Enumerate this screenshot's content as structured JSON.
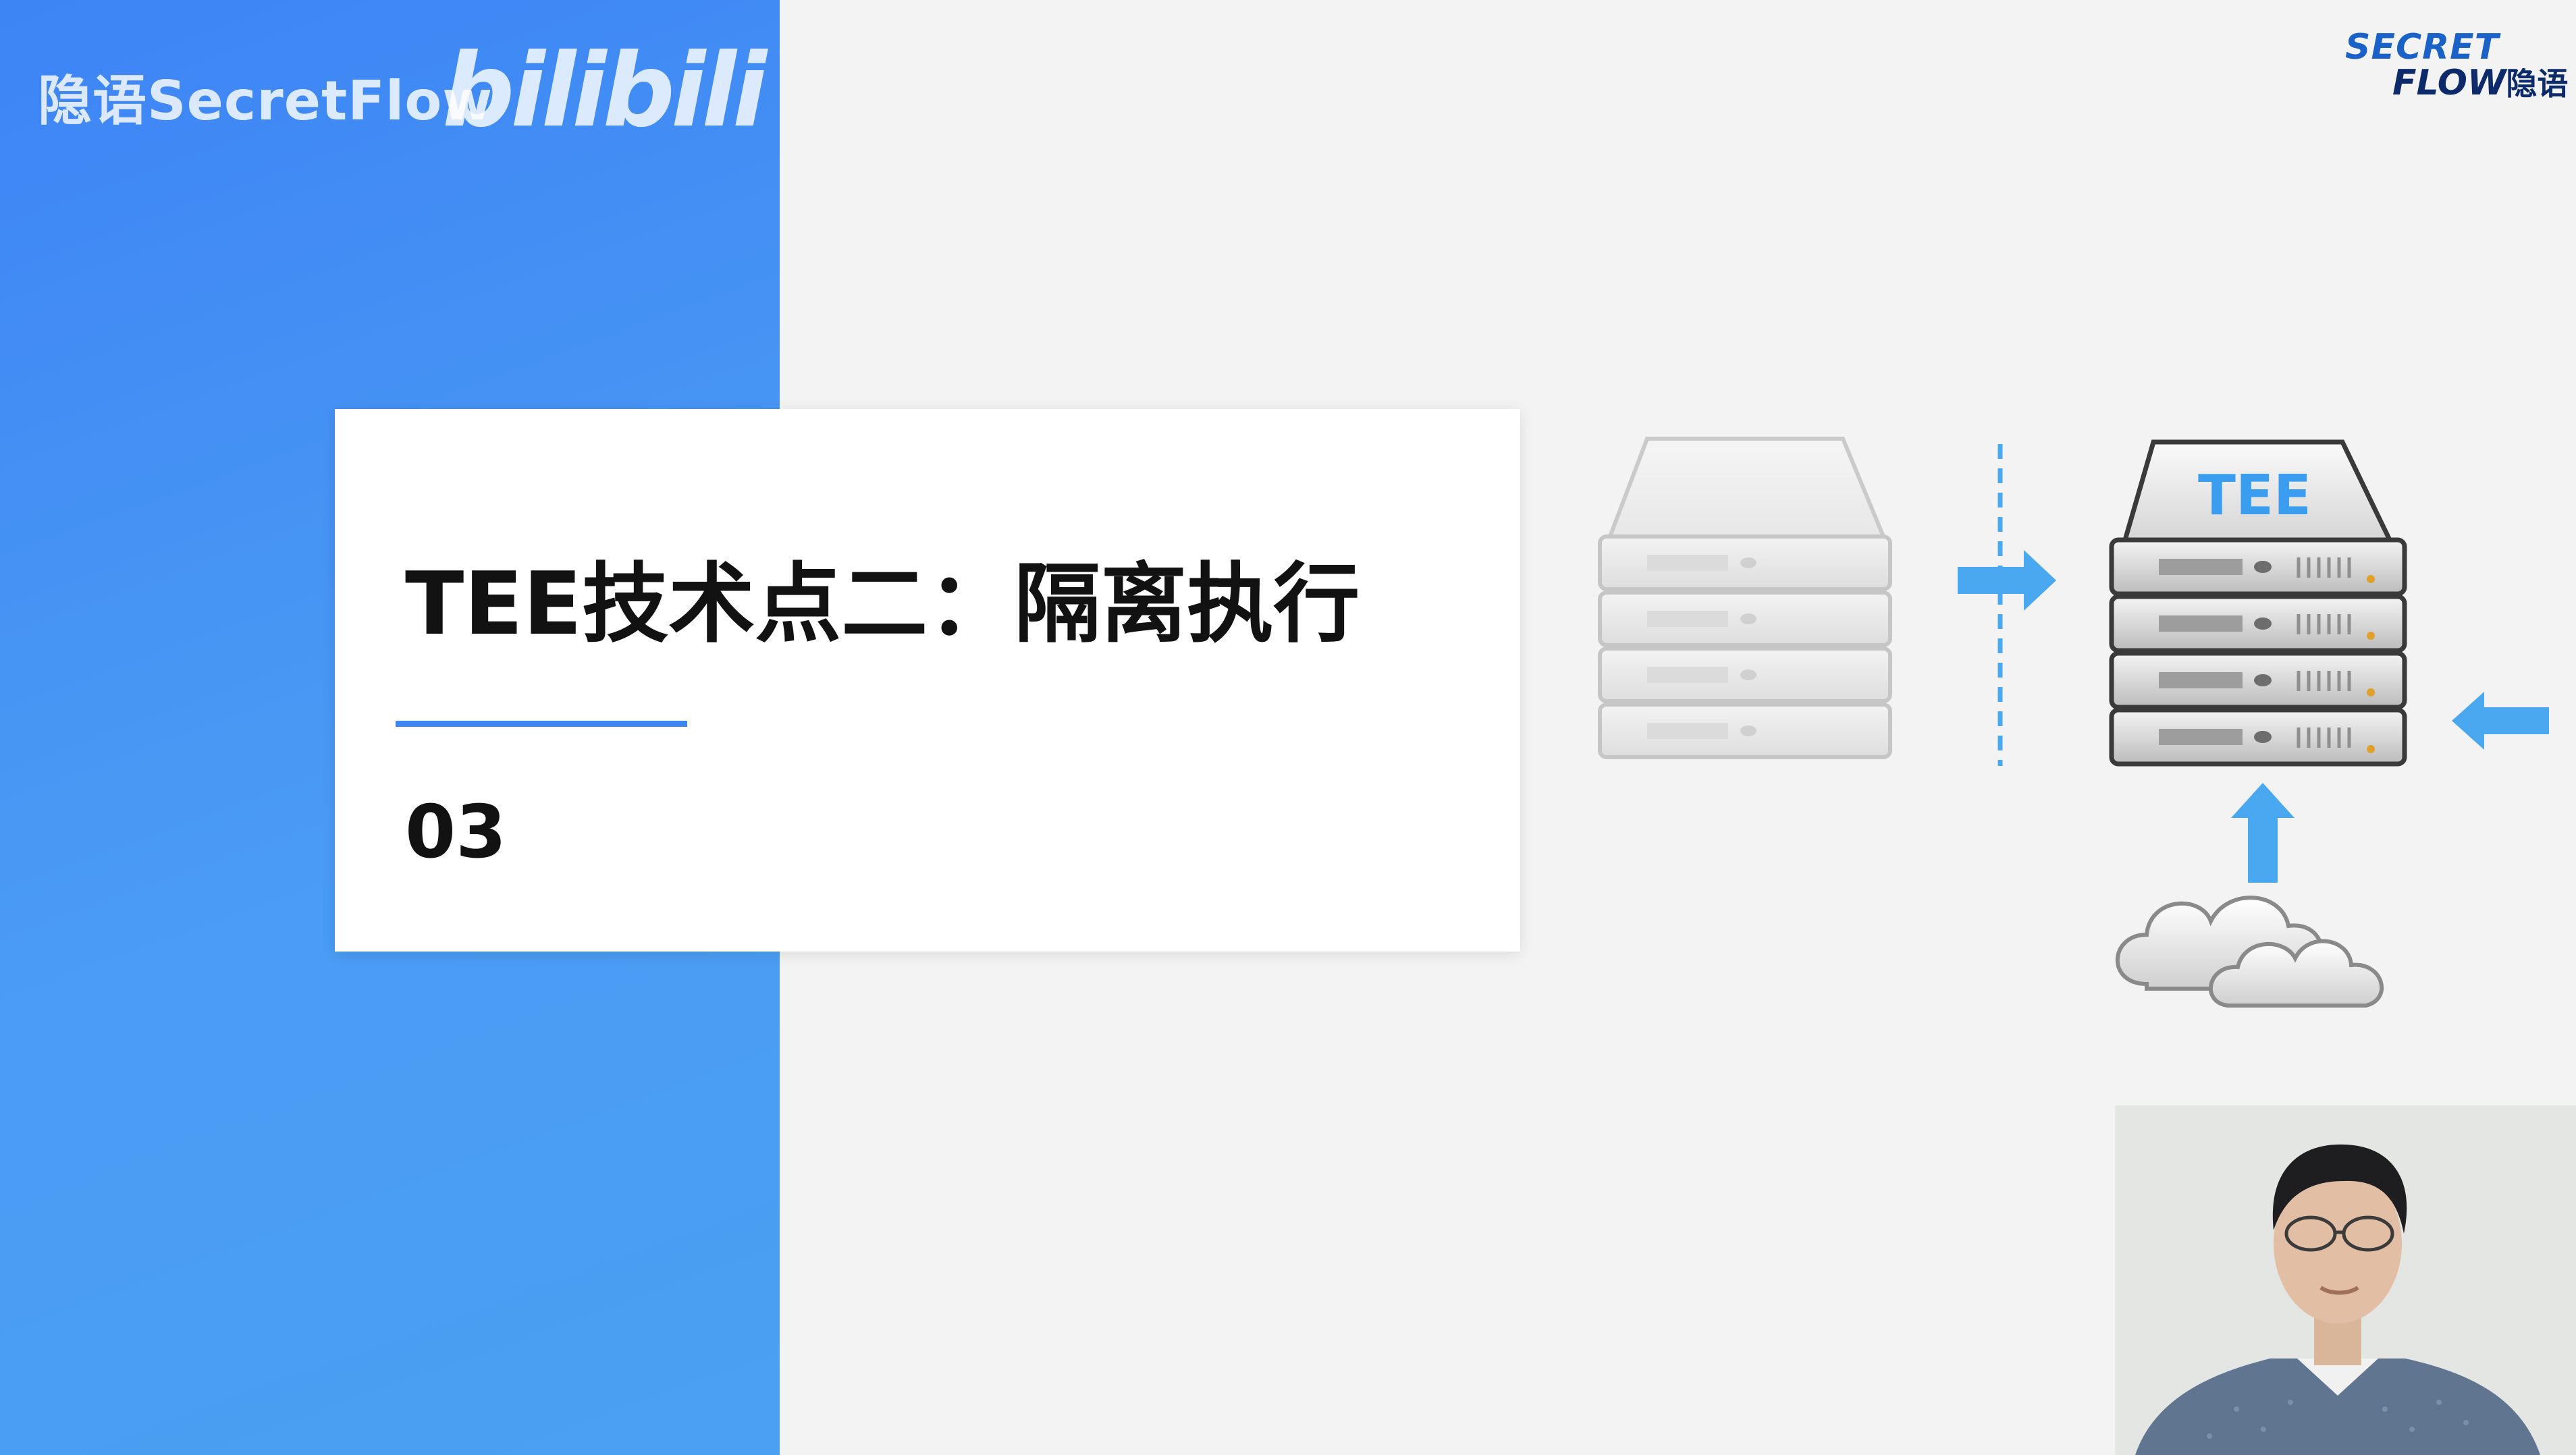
{
  "header": {
    "channel_title": "隐语SecretFlow",
    "platform_logo_text": "bilibili"
  },
  "brand_logo": {
    "line1": "SECRET",
    "line2": "FLOW",
    "line2_cn": "隐语"
  },
  "title_card": {
    "title": "TEE技术点二：隔离执行",
    "section_number": "03"
  },
  "diagram": {
    "tee_label": "TEE",
    "arrow_color": "#4aa8f0",
    "divider_color": "#4aa8f0"
  },
  "colors": {
    "panel_blue": "#3d84f5",
    "accent_rule": "#3b86f2",
    "background": "#f3f3f3"
  }
}
